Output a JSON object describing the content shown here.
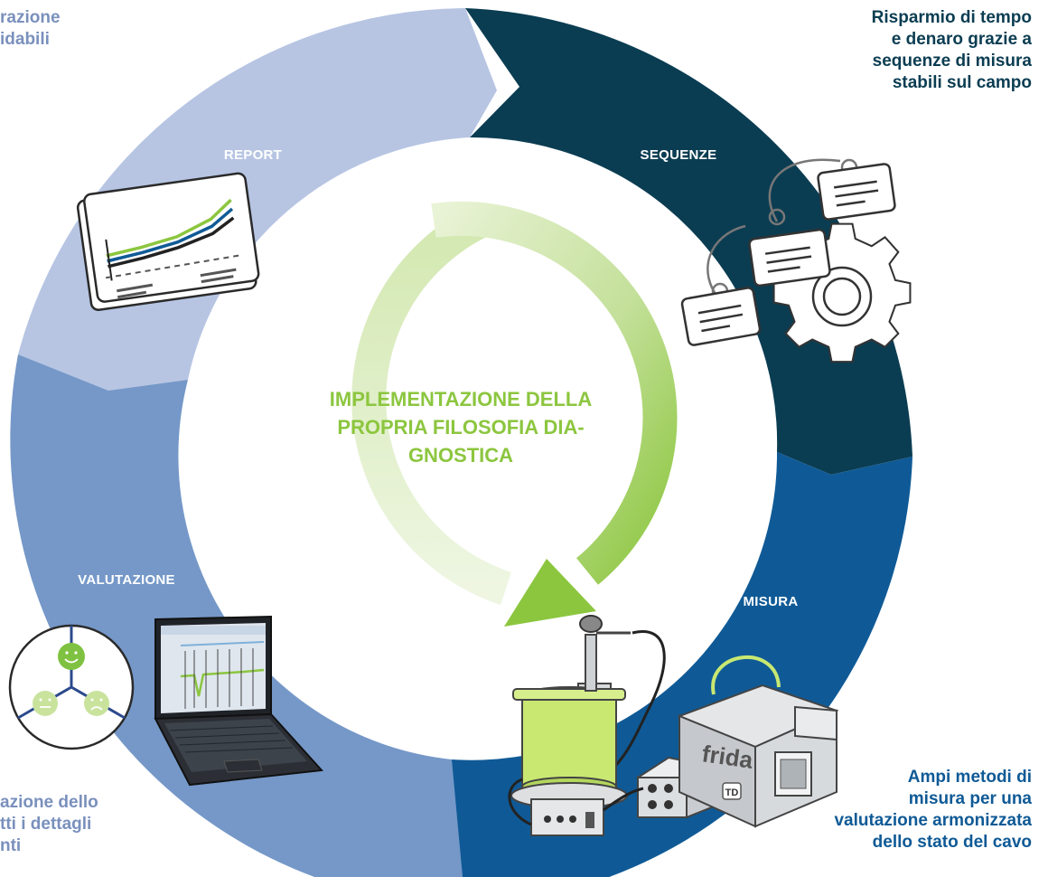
{
  "segments": {
    "report": {
      "label": "REPORT",
      "color": "#b7c5e3"
    },
    "sequenze": {
      "label": "SEQUENZE",
      "color": "#0b3d52"
    },
    "misura": {
      "label": "MISURA",
      "color": "#0f5a96"
    },
    "valutazione": {
      "label": "VALUTAZIONE",
      "color": "#7598c8"
    }
  },
  "center": {
    "line1": "IMPLEMENTAZIONE DELLA",
    "line2": "PROPRIA FILOSOFIA DIA-",
    "line3": "GNOSTICA",
    "color": "#8cc63f"
  },
  "callouts": {
    "top_right": [
      "Risparmio di tempo",
      "e denaro grazie a",
      "sequenze di misura",
      "stabili sul campo"
    ],
    "bottom_right": [
      "Ampi metodi di",
      "misura per una",
      "valutazione armonizzata",
      "dello stato del cavo"
    ],
    "top_left": [
      "razione",
      "idabili"
    ],
    "bottom_left": [
      "azione dello",
      "tti i dettagli",
      "nti"
    ]
  },
  "device": {
    "brand": "frida",
    "badge": "TD"
  },
  "icons": {
    "report": "report-chart-icon",
    "sequenze": "sequence-cards-gear-icon",
    "valutazione": "laptop-icon",
    "rating": "rating-faces-icon",
    "misura": "measurement-devices-icon"
  }
}
